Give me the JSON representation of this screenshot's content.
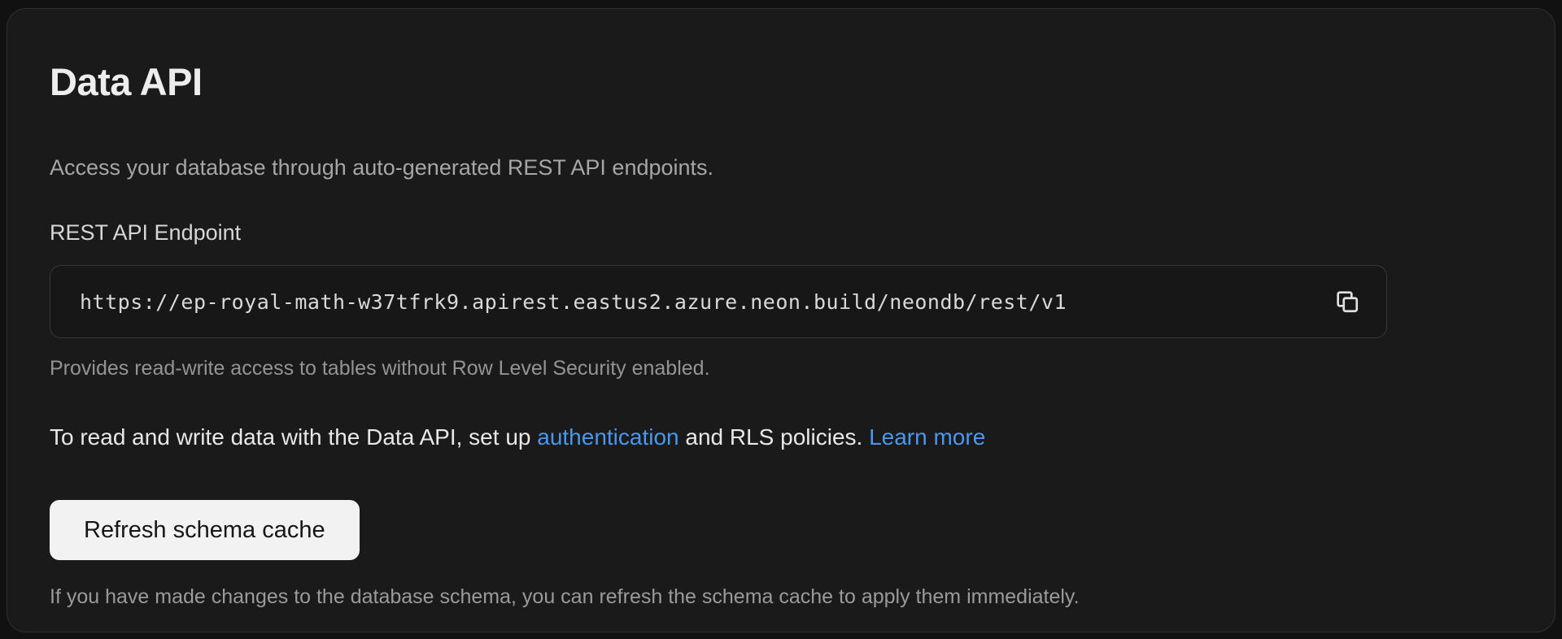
{
  "panel": {
    "title": "Data API",
    "description": "Access your database through auto-generated REST API endpoints.",
    "endpoint": {
      "label": "REST API Endpoint",
      "url": "https://ep-royal-math-w37tfrk9.apirest.eastus2.azure.neon.build/neondb/rest/v1",
      "copy_icon": "copy-icon",
      "helper": "Provides read-write access to tables without Row Level Security enabled."
    },
    "cta": {
      "text_before": "To read and write data with the Data API, set up ",
      "authentication_link": "authentication",
      "text_middle": " and RLS policies. ",
      "learn_more_link": "Learn more"
    },
    "refresh": {
      "button_label": "Refresh schema cache",
      "helper": "If you have made changes to the database schema, you can refresh the schema cache to apply them immediately."
    },
    "colors": {
      "page_bg": "#111111",
      "panel_bg": "#1a1a1a",
      "panel_border": "#2e2e2e",
      "input_bg": "#171717",
      "input_border": "#383838",
      "link_blue": "#4a97ee",
      "button_bg": "#f2f2f2",
      "button_text": "#161616",
      "title_text": "#ededed",
      "muted_text": "#949494"
    }
  }
}
